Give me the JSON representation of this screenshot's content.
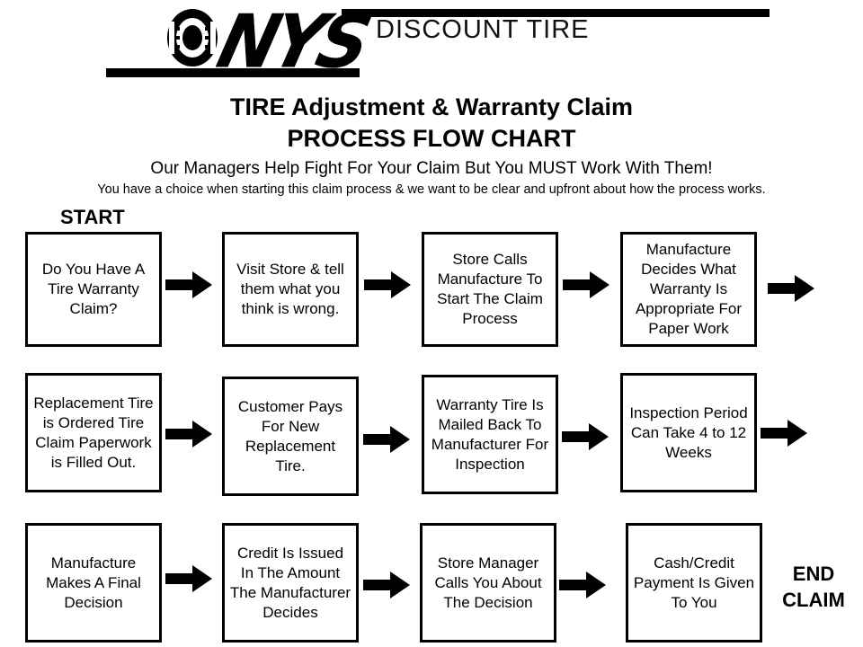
{
  "logo": {
    "brand_mark": "NYS",
    "text": "DISCOUNT TIRE"
  },
  "header": {
    "title": "TIRE Adjustment & Warranty Claim",
    "subtitle": "PROCESS FLOW CHART",
    "tagline": "Our Managers Help Fight For Your Claim But You MUST Work With Them!",
    "disclaimer": "You have a choice when starting this claim process & we want to be clear and upfront about how the process works."
  },
  "flow": {
    "start_label": "START",
    "end_label_line1": "END",
    "end_label_line2": "CLAIM",
    "steps": [
      "Do You Have A Tire Warranty Claim?",
      "Visit Store & tell them what you think is wrong.",
      "Store Calls Manufacture To Start The Claim Process",
      "Manufacture Decides What Warranty Is Appropriate For Paper Work",
      "Replacement Tire is Ordered Tire Claim Paperwork is Filled Out.",
      "Customer Pays For New Replacement Tire.",
      "Warranty Tire Is Mailed Back To Manufacturer For Inspection",
      "Inspection Period Can Take 4 to 12 Weeks",
      "Manufacture Makes A Final Decision",
      "Credit Is Issued In The Amount The Manufacturer Decides",
      "Store Manager Calls You About The Decision",
      "Cash/Credit Payment Is Given To You"
    ]
  }
}
